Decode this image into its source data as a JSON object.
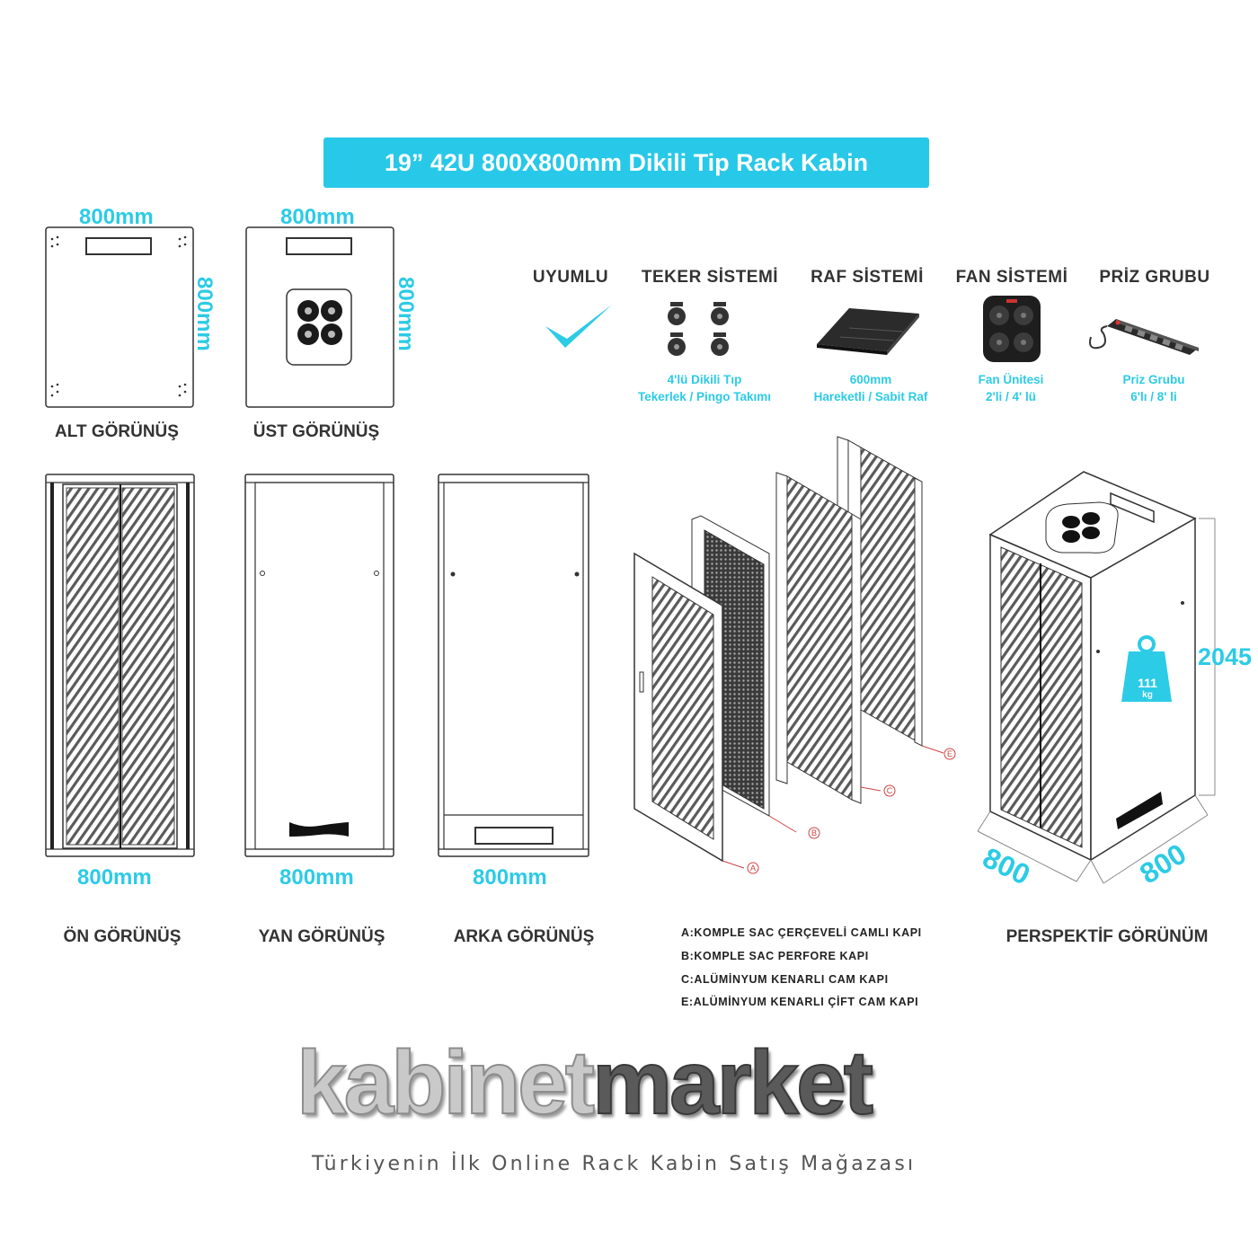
{
  "title": "19” 42U 800X800mm Dikili Tip Rack Kabin",
  "accent_color": "#2ccbe6",
  "top_views": {
    "alt": {
      "width": "800mm",
      "depth": "800mm",
      "label": "ALT GÖRÜNÜŞ"
    },
    "ust": {
      "width": "800mm",
      "depth": "800mm",
      "label": "ÜST GÖRÜNÜŞ"
    }
  },
  "features": {
    "compat_label": "UYUMLU",
    "items": [
      {
        "title": "TEKER SİSTEMİ",
        "caption1": "4'lü Dikili Tıp",
        "caption2": "Tekerlek / Pingo Takımı",
        "icon": "caster-wheels-icon"
      },
      {
        "title": "RAF SİSTEMİ",
        "caption1": "600mm",
        "caption2": "Hareketli / Sabit Raf",
        "icon": "shelf-icon"
      },
      {
        "title": "FAN SİSTEMİ",
        "caption1": "Fan Ünitesi",
        "caption2": "2'li / 4' lü",
        "icon": "fan-unit-icon"
      },
      {
        "title": "PRİZ GRUBU",
        "caption1": "Priz Grubu",
        "caption2": "6'lı / 8' li",
        "icon": "power-strip-icon"
      }
    ]
  },
  "elevations": {
    "front": {
      "width": "800mm",
      "label": "ÖN GÖRÜNÜŞ"
    },
    "side": {
      "width": "800mm",
      "label": "YAN GÖRÜNÜŞ"
    },
    "rear": {
      "width": "800mm",
      "label": "ARKA GÖRÜNÜŞ"
    }
  },
  "doors": {
    "markers": [
      "A",
      "B",
      "C",
      "E"
    ],
    "legend": [
      "A:KOMPLE SAC ÇERÇEVELİ CAMLI KAPI",
      "B:KOMPLE SAC PERFORE KAPI",
      "C:ALÜMİNYUM KENARLI CAM KAPI",
      "E:ALÜMİNYUM KENARLI ÇİFT CAM KAPI"
    ]
  },
  "perspective": {
    "height": "2045",
    "width": "800",
    "depth": "800",
    "weight_value": "111",
    "weight_unit": "kg",
    "label": "PERSPEKTİF GÖRÜNÜM"
  },
  "brand": {
    "part1": "kabinet",
    "part2": "market",
    "tagline": "Türkiyenin İlk Online Rack Kabin Satış Mağazası"
  }
}
